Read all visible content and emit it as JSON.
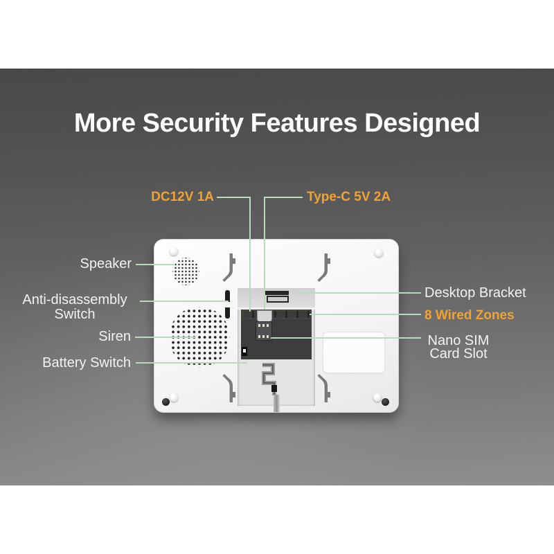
{
  "title": "More Security Features Designed",
  "colors": {
    "accent_orange": "#F0A335",
    "callout_line_green": "#B5DDB9",
    "label_white": "#F2F2F2",
    "backdrop_top": "#454545",
    "backdrop_bottom": "#8D8D8D"
  },
  "callouts": {
    "dc_power": "DC12V 1A",
    "type_c": "Type-C 5V 2A",
    "speaker": "Speaker",
    "anti_disassembly": "Anti-disassembly Switch",
    "siren": "Siren",
    "battery_switch": "Battery Switch",
    "desktop_bracket": "Desktop Bracket",
    "wired_zones": "8 Wired Zones",
    "nano_sim": "Nano SIM Card Slot"
  }
}
